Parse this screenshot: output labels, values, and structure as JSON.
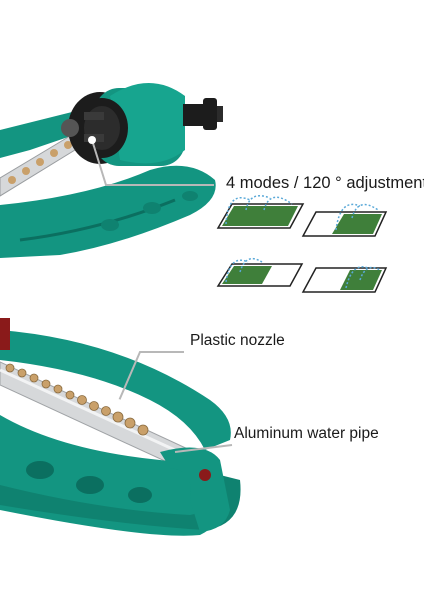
{
  "labels": {
    "modes": "4 modes / 120 ° adjustment",
    "nozzle": "Plastic nozzle",
    "pipe": "Aluminum water pipe"
  },
  "colors": {
    "teal": "#139581",
    "teal_dark": "#0b6f60",
    "black": "#1c1c1c",
    "aluminum": "#d6d8da",
    "nozzle": "#c9a06a",
    "lawn": "#3f7f3a",
    "water": "#5aa9d8",
    "callout_line": "#b8b8b8"
  },
  "diagram": {
    "modes": [
      "full-area",
      "right-side",
      "left-side",
      "narrow-right"
    ]
  }
}
